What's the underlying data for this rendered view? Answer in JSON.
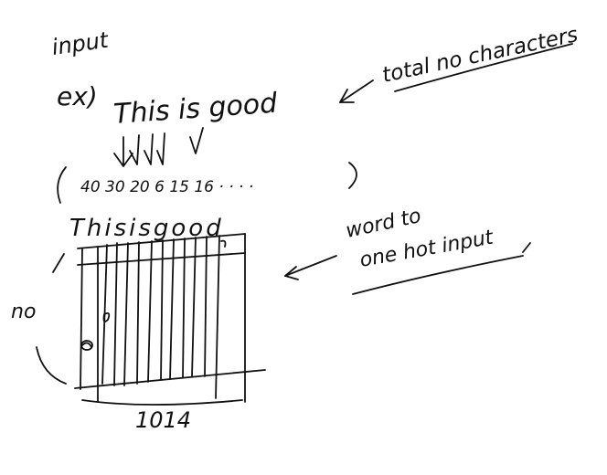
{
  "labels": {
    "input": "input",
    "example": "ex)",
    "sentence": "This is good",
    "vector": "40 30 20 6 15 16 · · · ·",
    "chars": "Thisisgood",
    "total_chars": "total no characters",
    "word_to": "word to",
    "one_hot": "one hot input",
    "rows_label": "no",
    "width_label": "1014"
  },
  "icons": {
    "arrows": "arrow-left-icon"
  }
}
